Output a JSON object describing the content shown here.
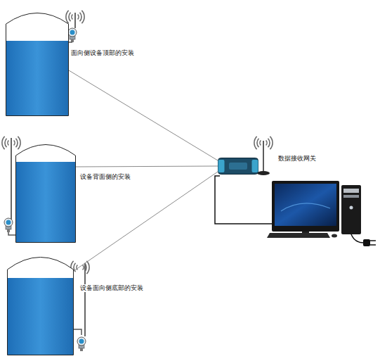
{
  "diagram": {
    "nodes": [
      {
        "text": [
          "面向侧设备顶部的安装"
        ]
      },
      {
        "text": [
          "设备背面侧的安装"
        ]
      },
      {
        "text": [
          "设备面向侧底部的安装"
        ]
      },
      {
        "text": [
          "数据接收网关"
        ]
      }
    ],
    "edges": [
      {
        "from": 0,
        "to": 3,
        "arrow": "none"
      },
      {
        "from": 1,
        "to": 3,
        "arrow": "none"
      },
      {
        "from": 2,
        "to": 3,
        "arrow": "none"
      }
    ]
  }
}
